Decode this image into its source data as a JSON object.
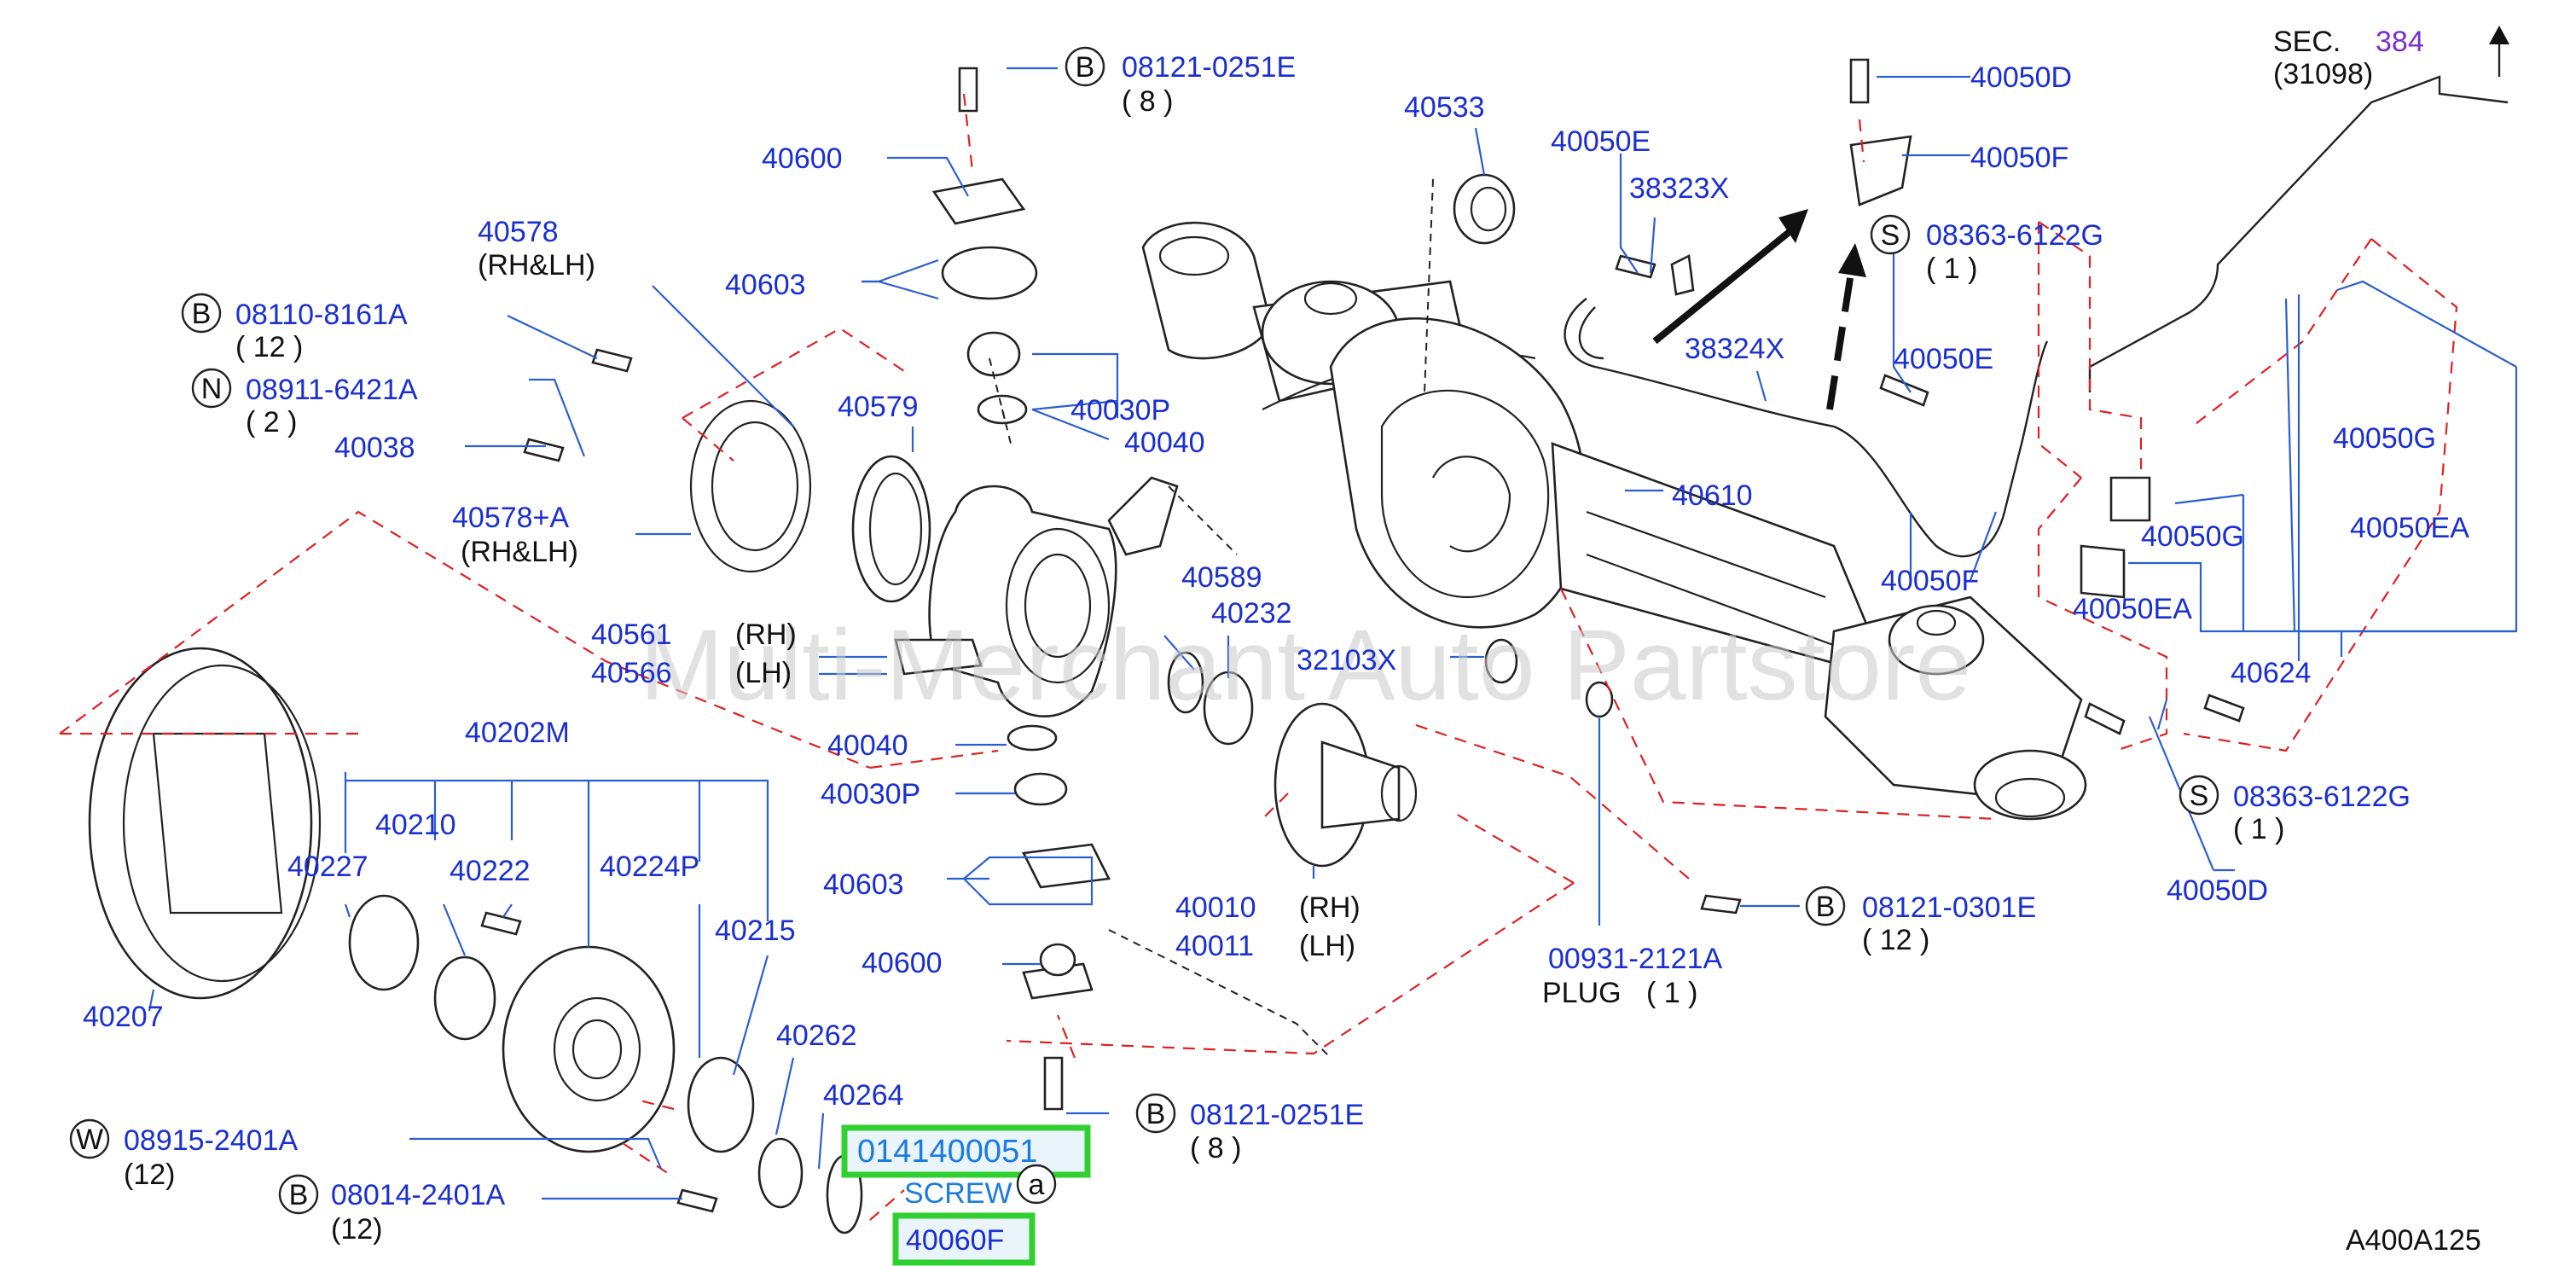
{
  "watermark": "Multi-Merchant Auto Partstore",
  "diagram_id": "A400A125",
  "section": {
    "prefix": "SEC.",
    "number": "384",
    "sub": "(31098)"
  },
  "parts": {
    "p08121_0251E_top": "08121-0251E",
    "qty8_top": "( 8 )",
    "p40600_top": "40600",
    "p40603_top": "40603",
    "p40578": "40578",
    "rhlh_1": "(RH&LH)",
    "p08110": "08110-8161A",
    "qty12_a": "( 12 )",
    "p08911": "08911-6421A",
    "qty2": "( 2 )",
    "p40038": "40038",
    "p40578A": "40578+A",
    "rhlh_2": "(RH&LH)",
    "p40579": "40579",
    "p40030P_top": "40030P",
    "p40040_top": "40040",
    "p40533": "40533",
    "p40050E_top": "40050E",
    "p38323X": "38323X",
    "p38324X": "38324X",
    "p40050D_top": "40050D",
    "p40050F_top": "40050F",
    "p08363_top": "08363-6122G",
    "qty1_a": "( 1 )",
    "p40050E_mid": "40050E",
    "p40050G_right": "40050G",
    "p40050G_mid": "40050G",
    "p40050EA_right": "40050EA",
    "p40050EA_mid": "40050EA",
    "p40610": "40610",
    "p40050F_mid": "40050F",
    "p40624": "40624",
    "p08363_bot": "08363-6122G",
    "qty1_b": "( 1 )",
    "p40050D_bot": "40050D",
    "p40561": "40561",
    "rh_1": "(RH)",
    "p40566": "40566",
    "lh_1": "(LH)",
    "p40589": "40589",
    "p40232": "40232",
    "p32103X": "32103X",
    "p40040_bot": "40040",
    "p40030P_bot": "40030P",
    "p40202M": "40202M",
    "p40210": "40210",
    "p40227": "40227",
    "p40222": "40222",
    "p40224P": "40224P",
    "p40215": "40215",
    "p40207": "40207",
    "p40603_bot": "40603",
    "p40600_bot": "40600",
    "p40010": "40010",
    "rh_2": "(RH)",
    "p40011": "40011",
    "lh_2": "(LH)",
    "p08121_0301E": "08121-0301E",
    "qty12_b": "( 12 )",
    "p00931": "00931-2121A",
    "plug": "PLUG",
    "qty1_c": "( 1 )",
    "p40262": "40262",
    "p40264": "40264",
    "p08121_0251E_bot": "08121-0251E",
    "qty8_bot": "( 8 )",
    "p08915": "08915-2401A",
    "qty12_c": "(12)",
    "p08014": "08014-2401A",
    "qty12_d": "(12)",
    "highlight_1": "0141400051",
    "screw": "SCREW",
    "highlight_2": "40060F"
  },
  "callouts": {
    "B": "B",
    "N": "N",
    "S": "S",
    "W": "W",
    "a": "a"
  },
  "colors": {
    "part_number": "#1a2fd0",
    "leader": "#2a5fd0",
    "dashed": "#e02020",
    "highlight": "#30d030",
    "section_number": "#7a2fc9"
  }
}
